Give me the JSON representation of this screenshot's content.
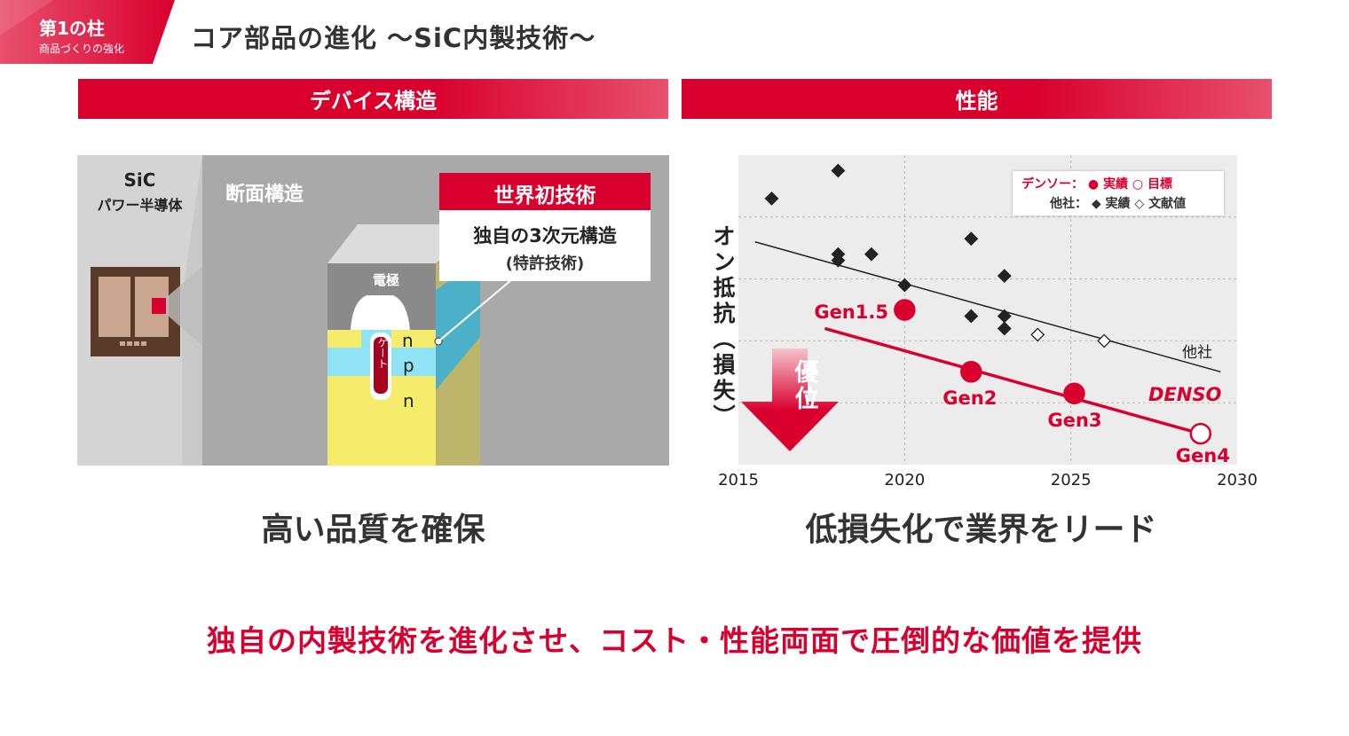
{
  "badge": {
    "main": "第1の柱",
    "sub": "商品づくりの強化"
  },
  "title": "コア部品の進化 〜SiC内製技術〜",
  "left_section": {
    "header": "デバイス構造",
    "chip_label_1": "SiC",
    "chip_label_2": "パワー半導体",
    "cross_section_label": "断面構造",
    "world_first": "世界初技術",
    "callout_line1": "独自の3次元構造",
    "callout_line2": "(特許技術)",
    "electrode": "電極",
    "gate": "ゲート",
    "layer_n1": "n",
    "layer_p": "p",
    "layer_n2": "n",
    "caption": "高い品質を確保"
  },
  "right_section": {
    "header": "性能",
    "caption": "低損失化で業界をリード"
  },
  "chart_data": {
    "type": "scatter",
    "title": "",
    "ylabel_chars": [
      "オ",
      "ン",
      "抵",
      "抗",
      "︵",
      "損",
      "失",
      "︶"
    ],
    "xlabel": "",
    "xlim": [
      2015,
      2030
    ],
    "x_ticks": [
      "2015",
      "2020",
      "2025",
      "2030"
    ],
    "legend": {
      "denso_label": "デンソー：",
      "denso_actual": "実績",
      "denso_target": "目標",
      "others_label": "他社：",
      "others_actual": "実績",
      "others_literature": "文献値"
    },
    "others_actual": [
      {
        "x": 2016.0,
        "y": 8.6
      },
      {
        "x": 2018.0,
        "y": 9.5
      },
      {
        "x": 2018.0,
        "y": 6.8
      },
      {
        "x": 2018.0,
        "y": 6.6
      },
      {
        "x": 2019.0,
        "y": 6.8
      },
      {
        "x": 2020.0,
        "y": 5.8
      },
      {
        "x": 2022.0,
        "y": 7.3
      },
      {
        "x": 2022.0,
        "y": 4.8
      },
      {
        "x": 2023.0,
        "y": 6.1
      },
      {
        "x": 2023.0,
        "y": 4.8
      },
      {
        "x": 2023.0,
        "y": 4.4
      }
    ],
    "others_literature": [
      {
        "x": 2024.0,
        "y": 4.2
      },
      {
        "x": 2026.0,
        "y": 4.0
      }
    ],
    "denso": [
      {
        "name": "Gen1.5",
        "x": 2020.0,
        "y": 5.0,
        "status": "actual"
      },
      {
        "name": "Gen2",
        "x": 2022.0,
        "y": 3.0,
        "status": "actual"
      },
      {
        "name": "Gen3",
        "x": 2025.1,
        "y": 2.3,
        "status": "actual"
      },
      {
        "name": "Gen4",
        "x": 2028.9,
        "y": 1.0,
        "status": "target"
      }
    ],
    "others_trend": [
      [
        2015.5,
        7.2
      ],
      [
        2029.5,
        3.0
      ]
    ],
    "denso_trend": [
      [
        2017.6,
        4.4
      ],
      [
        2028.9,
        1.0
      ]
    ],
    "others_line_label": "他社",
    "denso_line_label": "DENSO",
    "advantage_label": "優位"
  },
  "bottom_message": "独自の内製技術を進化させ、コスト・性能両面で圧倒的な価値を提供",
  "colors": {
    "accent": "#d9002e",
    "panel_gray": "#c8c8c8",
    "dark_gray": "#8a8a8a"
  }
}
